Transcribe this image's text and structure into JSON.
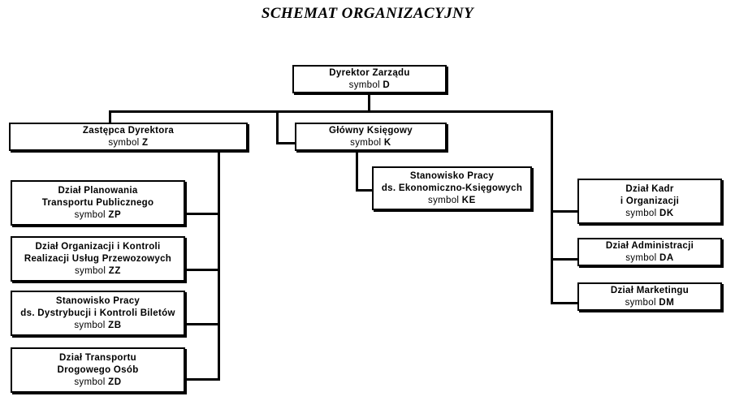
{
  "title": "SCHEMAT ORGANIZACYJNY",
  "colors": {
    "background": "#ffffff",
    "stroke": "#000000",
    "text": "#000000"
  },
  "nodes": {
    "director": {
      "line1": "Dyrektor Zarządu",
      "symbol_label": "symbol",
      "symbol_code": "D"
    },
    "deputy": {
      "line1": "Zastępca Dyrektora",
      "symbol_label": "symbol",
      "symbol_code": "Z"
    },
    "chief_accountant": {
      "line1": "Główny Księgowy",
      "symbol_label": "symbol",
      "symbol_code": "K"
    },
    "economic_post": {
      "line1": "Stanowisko Pracy",
      "line2": "ds. Ekonomiczno-Księgowych",
      "symbol_label": "symbol",
      "symbol_code": "KE"
    },
    "planning_dept": {
      "line1": "Dział Planowania",
      "line2": "Transportu Publicznego",
      "symbol_label": "symbol",
      "symbol_code": "ZP"
    },
    "organization_control_dept": {
      "line1": "Dział Organizacji i Kontroli",
      "line2": "Realizacji Usług Przewozowych",
      "symbol_label": "symbol",
      "symbol_code": "ZZ"
    },
    "tickets_post": {
      "line1": "Stanowisko Pracy",
      "line2": "ds. Dystrybucji i Kontroli Biletów",
      "symbol_label": "symbol",
      "symbol_code": "ZB"
    },
    "road_transport_dept": {
      "line1": "Dział Transportu",
      "line2": "Drogowego Osób",
      "symbol_label": "symbol",
      "symbol_code": "ZD"
    },
    "hr_dept": {
      "line1": "Dział Kadr",
      "line2": "i Organizacji",
      "symbol_label": "symbol",
      "symbol_code": "DK"
    },
    "administration_dept": {
      "line1": "Dział Administracji",
      "symbol_label": "symbol",
      "symbol_code": "DA"
    },
    "marketing_dept": {
      "line1": "Dział Marketingu",
      "symbol_label": "symbol",
      "symbol_code": "DM"
    }
  }
}
